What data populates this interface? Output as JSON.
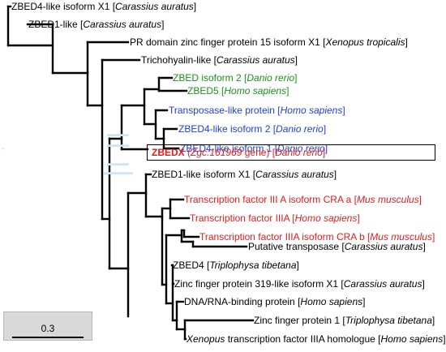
{
  "tree": {
    "leaves": [
      {
        "id": "l1",
        "prefix": "ZBED4-like isoform X1 [",
        "species": "Carassius auratus",
        "suffix": "]",
        "color": "black"
      },
      {
        "id": "l2",
        "prefix": "ZBED1-like [",
        "species": "Carassius auratus",
        "suffix": "]",
        "color": "black"
      },
      {
        "id": "l3",
        "prefix": "PR domain zinc finger protein 15 isoform X1 [",
        "species": "Xenopus tropicalis",
        "suffix": "]",
        "color": "black"
      },
      {
        "id": "l4",
        "prefix": "Trichohyalin-like [",
        "species": "Carassius auratus",
        "suffix": "]",
        "color": "black"
      },
      {
        "id": "l5",
        "prefix": "ZBED isoform 2 [",
        "species": "Danio rerio",
        "suffix": "]",
        "color": "green"
      },
      {
        "id": "l6",
        "prefix": "ZBED5 [",
        "species": "Homo sapiens",
        "suffix": "]",
        "color": "green"
      },
      {
        "id": "l7",
        "prefix": "Transposase-like protein [",
        "species": "Homo sapiens",
        "suffix": "]",
        "color": "blue"
      },
      {
        "id": "l8",
        "prefix": "ZBED4-like isoform 2 [",
        "species": "Danio rerio",
        "suffix": "]",
        "color": "blue"
      },
      {
        "id": "l9",
        "prefix": "ZBED4-like isoform 1 [",
        "species": "Danio rerio",
        "suffix": "]",
        "color": "blue"
      },
      {
        "id": "l11",
        "prefix": "ZBED1-like isoform X1 [",
        "species": "Carassius auratus",
        "suffix": "]",
        "color": "black"
      },
      {
        "id": "l12",
        "prefix": "Transcription factor III A isoform CRA a [",
        "species": "Mus musculus",
        "suffix": "]",
        "color": "red"
      },
      {
        "id": "l13",
        "prefix": "Transcription factor IIIA [",
        "species": "Homo sapiens",
        "suffix": "]",
        "color": "red"
      },
      {
        "id": "l14",
        "prefix": "Transcription factor IIIA isoform CRA b [",
        "species": "Mus musculus",
        "suffix": "]",
        "color": "red"
      },
      {
        "id": "l15",
        "prefix": "Putative transposase [",
        "species": "Carassius auratus",
        "suffix": "]",
        "color": "black"
      },
      {
        "id": "l16",
        "prefix": "ZBED4 [",
        "species": "Triplophysa tibetana",
        "suffix": "]",
        "color": "black"
      },
      {
        "id": "l17",
        "prefix": "Zinc finger protein 319-like isoform X1 [",
        "species": "Carassius auratus",
        "suffix": "]",
        "color": "black"
      },
      {
        "id": "l18",
        "prefix": "DNA/RNA-binding protein [",
        "species": "Homo sapiens",
        "suffix": "]",
        "color": "black"
      },
      {
        "id": "l19",
        "prefix": "Zinc finger protein 1 [",
        "species": "Triplophysa tibetana",
        "suffix": "]",
        "color": "black"
      },
      {
        "id": "l20",
        "prefix": " transcription factor IIIA homologue [",
        "species": "Homo sapiens",
        "suffix": "]",
        "color": "black",
        "italic_lead": "Xenopus"
      }
    ],
    "highlight": {
      "name": "ZBEDX",
      "gene_open": " (",
      "gene": "Zgc:161969",
      "gene_close": " gene) [",
      "species": "Danio rerio",
      "suffix": "]",
      "color": "red"
    }
  },
  "scale_bar": {
    "label": "0.3"
  },
  "colors": {
    "green": "#1a8f1a",
    "blue": "#1f3fd6",
    "red": "#e01b1b",
    "branch": "#000000"
  }
}
